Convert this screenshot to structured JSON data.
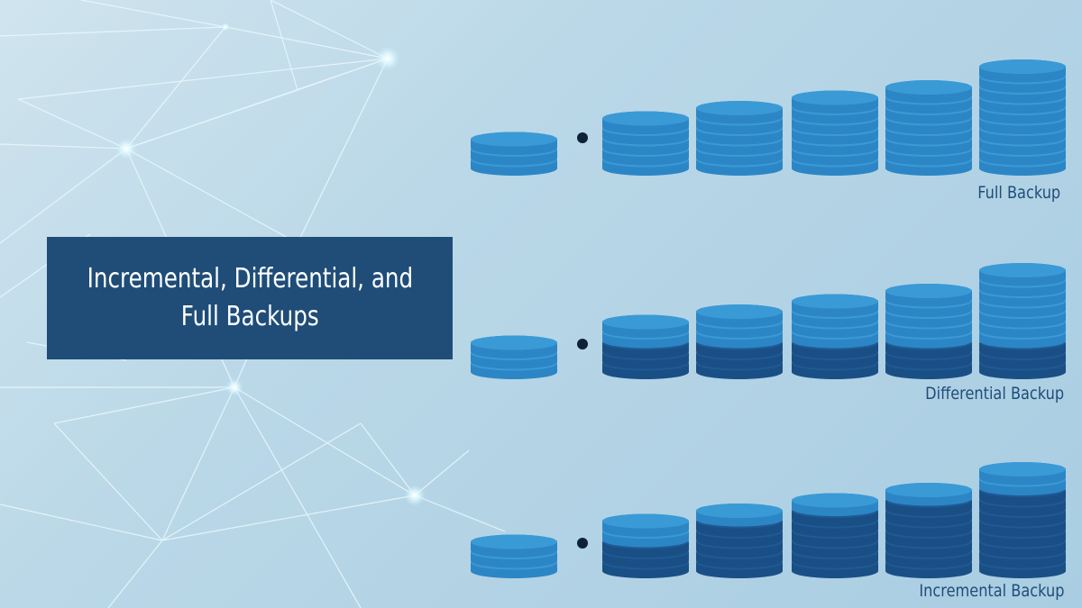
{
  "title": {
    "line1": "Incremental, Differential, and",
    "line2": "Full Backups"
  },
  "colors": {
    "full_disk": "#2c86c5",
    "full_disk_top": "#3a9ad6",
    "changed_disk": "#2c86c5",
    "existing_disk": "#1a4f86",
    "existing_disk_top": "#1f5a94",
    "label": "#1f4d78",
    "title_bg": "#1f4d78"
  },
  "rows": [
    {
      "label": "Full Backup",
      "stacks": [
        {
          "new": 3,
          "old": 0
        },
        {
          "new": 5,
          "old": 0
        },
        {
          "new": 6,
          "old": 0
        },
        {
          "new": 7,
          "old": 0
        },
        {
          "new": 8,
          "old": 0
        },
        {
          "new": 10,
          "old": 0
        }
      ]
    },
    {
      "label": "Differential Backup",
      "stacks": [
        {
          "new": 3,
          "old": 0
        },
        {
          "new": 2,
          "old": 3
        },
        {
          "new": 3,
          "old": 3
        },
        {
          "new": 4,
          "old": 3
        },
        {
          "new": 5,
          "old": 3
        },
        {
          "new": 7,
          "old": 3
        }
      ]
    },
    {
      "label": "Incremental Backup",
      "stacks": [
        {
          "new": 3,
          "old": 0
        },
        {
          "new": 2,
          "old": 3
        },
        {
          "new": 1,
          "old": 5
        },
        {
          "new": 1,
          "old": 6
        },
        {
          "new": 1,
          "old": 7
        },
        {
          "new": 2,
          "old": 8
        }
      ]
    }
  ]
}
